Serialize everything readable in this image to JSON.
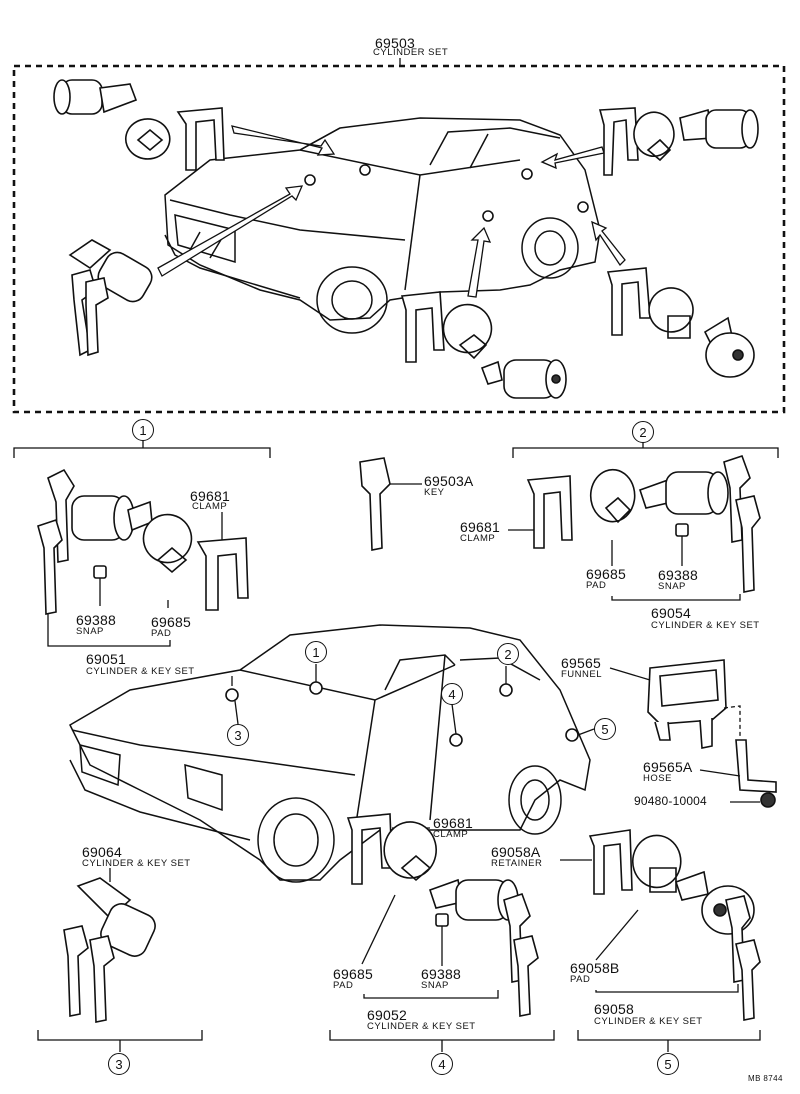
{
  "top": {
    "number": "69503",
    "name": "CYLINDER SET"
  },
  "groups": {
    "g1": "1",
    "g2": "2",
    "g3": "3",
    "g4": "4",
    "g5": "5"
  },
  "labels": {
    "key_num": "69503A",
    "key_name": "KEY",
    "clamp1_num": "69681",
    "clamp1_name": "CLAMP",
    "snap1_num": "69388",
    "snap1_name": "SNAP",
    "pad1_num": "69685",
    "pad1_name": "PAD",
    "set1_num": "69051",
    "set1_name": "CYLINDER & KEY SET",
    "clamp2_num": "69681",
    "clamp2_name": "CLAMP",
    "pad2_num": "69685",
    "pad2_name": "PAD",
    "snap2_num": "69388",
    "snap2_name": "SNAP",
    "set2_num": "69054",
    "set2_name": "CYLINDER & KEY SET",
    "funnel_num": "69565",
    "funnel_name": "FUNNEL",
    "hose_num": "69565A",
    "hose_name": "HOSE",
    "bolt_num": "90480-10004",
    "set3_num": "69064",
    "set3_name": "CYLINDER & KEY SET",
    "clamp4_num": "69681",
    "clamp4_name": "CLAMP",
    "pad4_num": "69685",
    "pad4_name": "PAD",
    "snap4_num": "69388",
    "snap4_name": "SNAP",
    "set4_num": "69052",
    "set4_name": "CYLINDER & KEY SET",
    "retainer_num": "69058A",
    "retainer_name": "RETAINER",
    "pad5_num": "69058B",
    "pad5_name": "PAD",
    "set5_num": "69058",
    "set5_name": "CYLINDER & KEY SET"
  },
  "ref_code": "MB 8744"
}
